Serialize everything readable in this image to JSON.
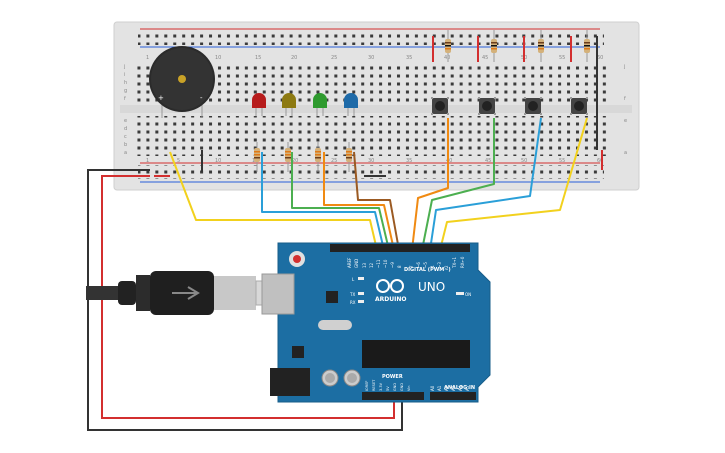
{
  "breadboard": {
    "column_numbers": [
      "1",
      "5",
      "10",
      "15",
      "20",
      "25",
      "30",
      "35",
      "40",
      "45",
      "50",
      "55",
      "60"
    ],
    "row_letters_top": [
      "j",
      "i",
      "h",
      "g",
      "f"
    ],
    "row_letters_bottom": [
      "e",
      "d",
      "c",
      "b",
      "a"
    ],
    "power_rail_plus": "+",
    "power_rail_minus": "-"
  },
  "buzzer": {
    "plus_label": "+",
    "minus_label": "-"
  },
  "leds": [
    {
      "color": "#b71c1c",
      "name": "red"
    },
    {
      "color": "#8d7a12",
      "name": "yellow"
    },
    {
      "color": "#2e9a2e",
      "name": "green"
    },
    {
      "color": "#1e6aa8",
      "name": "blue"
    }
  ],
  "arduino": {
    "logo_text": "ARDUINO",
    "model": "UNO",
    "digital_header": "DIGITAL (PWM~)",
    "analog_header": "ANALOG IN",
    "power_header": "POWER",
    "on_label": "ON",
    "l_label": "L",
    "tx_label": "TX",
    "rx_label": "RX",
    "aref": "AREF",
    "gnd": "GND",
    "digital_pins": [
      "13",
      "12",
      "~11",
      "~10",
      "~9",
      "8",
      "7",
      "~6",
      "~5",
      "4",
      "~3",
      "2",
      "TX→1",
      "RX←0"
    ],
    "power_pins": [
      "IOREF",
      "RESET",
      "3.3V",
      "5V",
      "GND",
      "GND",
      "Vin"
    ],
    "analog_pins": [
      "A0",
      "A1",
      "A2",
      "A3",
      "A4",
      "A5"
    ]
  },
  "wire_colors": {
    "red": "#d32f2f",
    "black": "#333333",
    "yellow": "#f2d11d",
    "blue": "#2a9fd8",
    "green": "#4caf50",
    "orange": "#f08a12",
    "brown": "#9b5a22"
  }
}
